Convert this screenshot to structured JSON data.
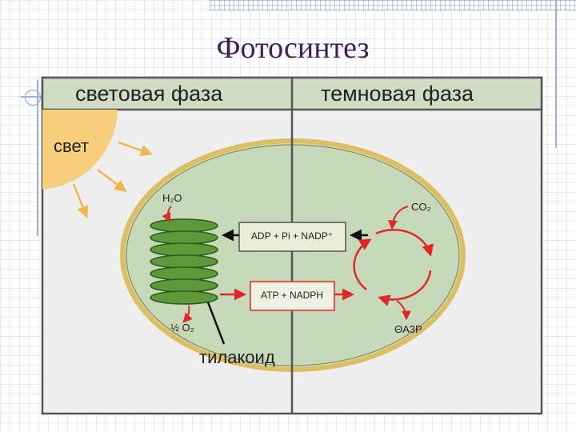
{
  "slide": {
    "title": "Фотосинтез"
  },
  "table": {
    "header_left": "световая фаза",
    "header_right": "темновая фаза"
  },
  "labels": {
    "light": "свет",
    "water": "H₂O",
    "oxygen": "½ O₂",
    "thylakoid": "тилакоид",
    "co2": "CO₂",
    "product": "ΘA3P",
    "box_top": "ADP + Pi + NADP⁺",
    "box_bottom": "ATP + NADPH"
  },
  "colors": {
    "title": "#3b1e5a",
    "header_bg": "#cfdcc3",
    "cell_bg": "#eeeeee",
    "chloroplast_fill": "#c6d9b9",
    "chloroplast_border": "#dcbf63",
    "thylakoid_fill": "#5e9a3c",
    "sun": "#f7cf7c",
    "arrow_red": "#e3262a",
    "arrow_yellow": "#f0b74a"
  }
}
